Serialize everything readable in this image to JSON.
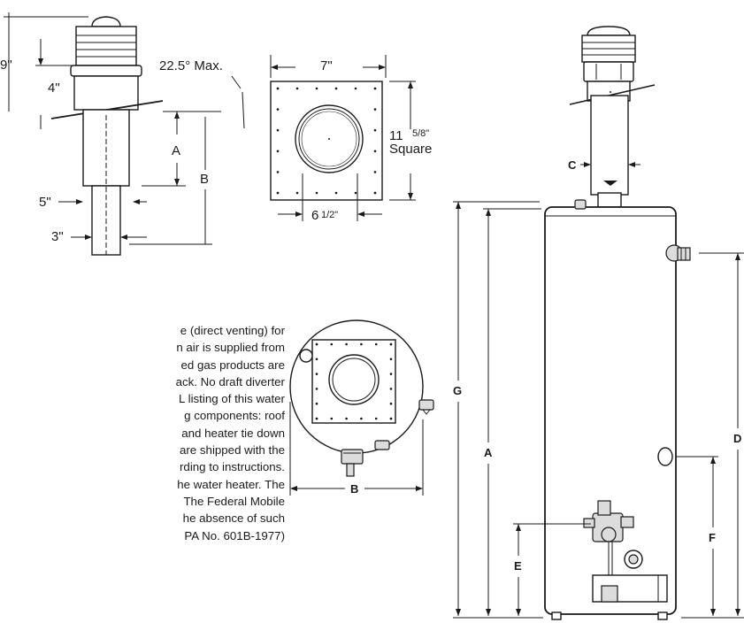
{
  "side_view": {
    "labels": {
      "dim_9": "9\"",
      "dim_4": "4\"",
      "angle": "22.5° Max.",
      "dim_a": "A",
      "dim_b": "B",
      "dim_5": "5\"",
      "dim_3": "3\""
    }
  },
  "plate_view": {
    "labels": {
      "width_7": "7\"",
      "size_11": "11",
      "size_frac": "5/8\"",
      "square": "Square",
      "width_6": "6",
      "width_frac": "1/2\""
    }
  },
  "top_view": {
    "labels": {
      "dim_b": "B"
    }
  },
  "heater_view": {
    "labels": {
      "dim_c": "C",
      "dim_g": "G",
      "dim_a": "A",
      "dim_d": "D",
      "dim_e": "E",
      "dim_f": "F"
    }
  },
  "description": {
    "lines": [
      "e (direct venting) for",
      "n air is supplied from",
      "ed gas products are",
      "ack. No draft diverter",
      "L listing of this water",
      "g components: roof",
      "and heater tie down",
      "are shipped with the",
      "rding to instructions.",
      "he water heater. The",
      "The Federal Mobile",
      "he absence of such",
      "PA No. 601B-1977)"
    ]
  }
}
